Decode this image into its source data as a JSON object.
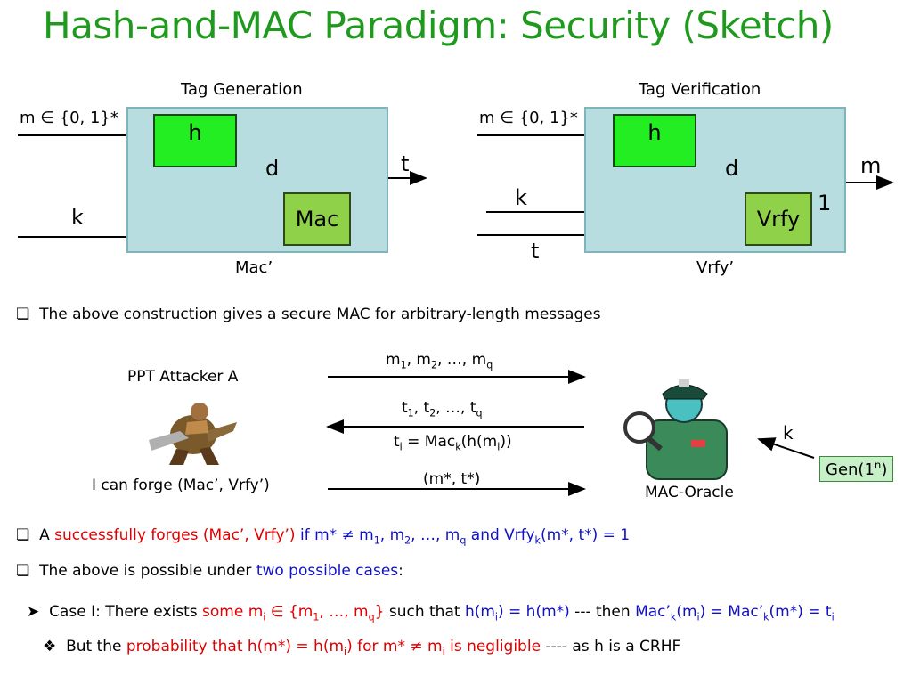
{
  "title": "Hash-and-MAC Paradigm: Security (Sketch)",
  "tag_gen": {
    "heading": "Tag Generation",
    "input_m": "m ∈ {0, 1}*",
    "h": "h",
    "d": "d",
    "t": "t",
    "k": "k",
    "mac": "Mac",
    "caption": "Mac’"
  },
  "tag_ver": {
    "heading": "Tag Verification",
    "input_m": "m ∈ {0, 1}*",
    "h": "h",
    "d": "d",
    "m_out": "m",
    "k": "k",
    "one": "1",
    "vrfy": "Vrfy",
    "t": "t",
    "caption": "Vrfy’"
  },
  "bullet1": "The above construction gives a secure MAC for arbitrary-length messages",
  "game": {
    "attacker": "PPT Attacker A",
    "forge_claim": "I can forge (Mac’, Vrfy’)",
    "queries_m": "m",
    "queries_t": "t",
    "ti_lhs": "t",
    "ti_mid": " = Mac",
    "ti_arg": "(h(m",
    "ti_end": "))",
    "forgery": "(m*, t*)",
    "oracle": "MAC-Oracle",
    "k": "k",
    "gen": "Gen(1",
    "gen_sup": "n",
    "gen_end": ")"
  },
  "bullet2": {
    "a": "A ",
    "forges": "successfully forges (Mac’, Vrfy’)",
    "cond": " if m* ≠ m",
    "and": " and Vrfy",
    "end": "(m*, t*) = 1"
  },
  "bullet3": {
    "text": "The above is possible under ",
    "cases": "two possible cases",
    "colon": ":"
  },
  "case1": {
    "a": "Case I: There exists ",
    "some": "some m",
    "set": " ∈ {m",
    "such": " such that ",
    "eq": "h(m",
    "then": " --- then ",
    "mac": "Mac’"
  },
  "bullet4": {
    "a": "But the ",
    "prob": "probability that h(m*) = h(m",
    "neg": " for m* ≠ m",
    "neg2": " is negligible",
    "end": " ---- as h is a CRHF"
  },
  "colors": {
    "title": "#1f9a1f",
    "red": "#e00000",
    "blue": "#1010c8",
    "panel": "#b7dde0",
    "hbox": "#22ee22",
    "macbox": "#8fd24a"
  }
}
